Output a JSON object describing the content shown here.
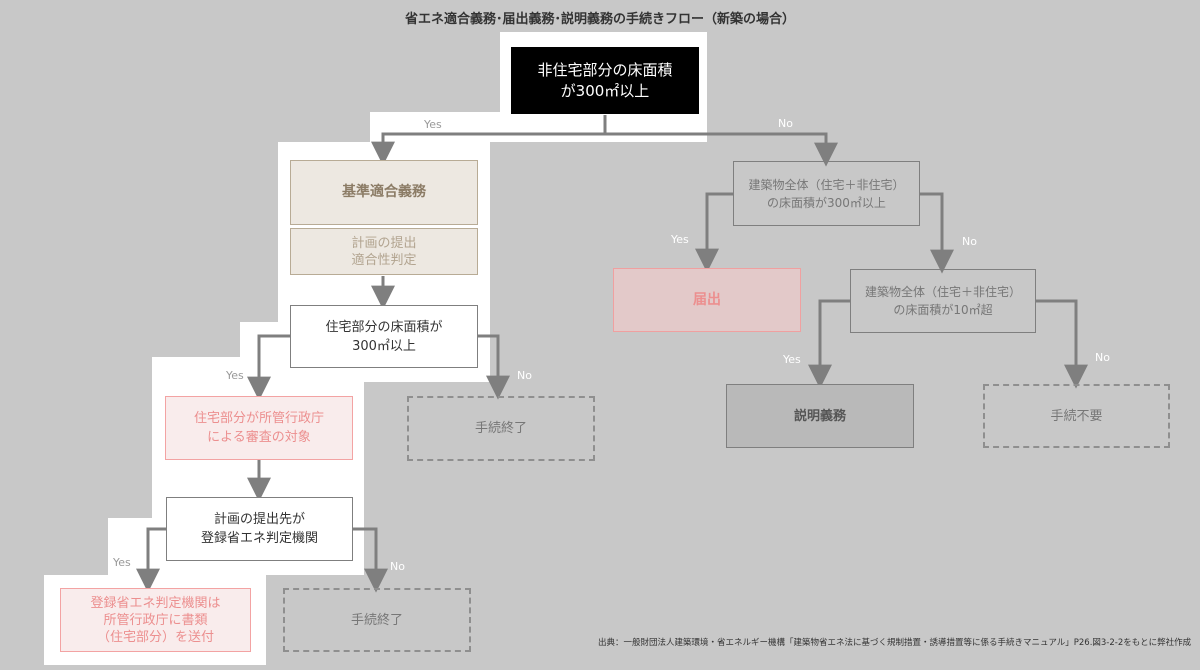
{
  "title": "省エネ適合義務･届出義務･説明義務の手続きフロー（新築の場合）",
  "nodes": {
    "q_nonres_300": "非住宅部分の床面積\nが300㎡以上",
    "standard_compliance": "基準適合義務",
    "plan_submit": "計画の提出\n適合性判定",
    "q_res_300": "住宅部分の床面積が\n300㎡以上",
    "res_review": "住宅部分が所管行政庁\nによる審査の対象",
    "q_submit_to_agency": "計画の提出先が\n登録省エネ判定機関",
    "send_docs": "登録省エネ判定機関は\n所管行政庁に書類\n（住宅部分）を送付",
    "end_1": "手続終了",
    "end_2": "手続終了",
    "q_building_300": "建築物全体（住宅＋非住宅）\nの床面積が300㎡以上",
    "notification": "届出",
    "q_building_10": "建築物全体（住宅＋非住宅）\nの床面積が10㎡超",
    "explanation": "説明義務",
    "no_procedure": "手続不要"
  },
  "edge_labels": {
    "yes_1": "Yes",
    "no_1": "No",
    "yes_2": "Yes",
    "no_2": "No",
    "yes_3": "Yes",
    "no_3": "No",
    "yes_4": "Yes",
    "no_4": "No",
    "yes_5": "Yes",
    "no_5": "No"
  },
  "source": "出典：一般財団法人建築環境・省エネルギー機構「建築物省エネ法に基づく規制措置・誘導措置等に係る手続きマニュアル」P26.図3-2-2をもとに弊社作成",
  "colors": {
    "background": "#c8c8c8",
    "highlight": "#ffffff",
    "black_box": "#000000",
    "beige_fill": "#ede8e1",
    "beige_border": "#b8ab95",
    "beige_text": "#8c7c66",
    "pink_fill": "#f9ecec",
    "pink_border": "#f3a3a3",
    "pink_text": "#ec8f8f",
    "arrow": "#7f7f7f"
  }
}
